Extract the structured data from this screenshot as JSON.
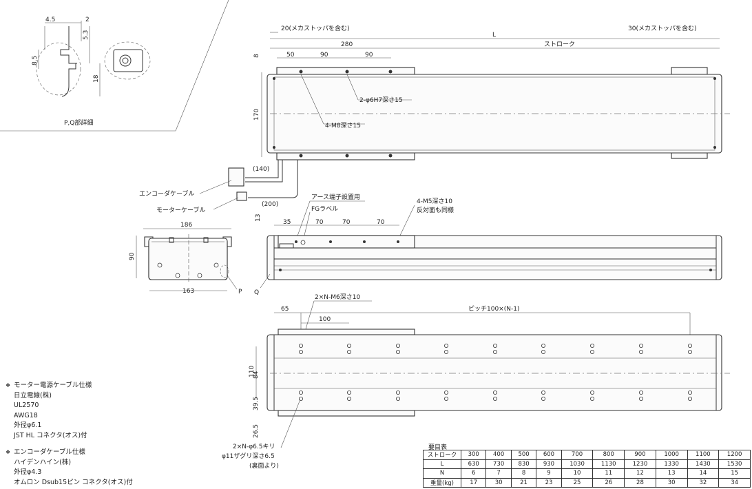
{
  "detail": {
    "title": "P,Q部詳細",
    "dims": {
      "d45": "4.5",
      "d2": "2",
      "d53": "5.3",
      "d85": "8.5",
      "d18": "18"
    }
  },
  "top_view": {
    "stopper_left": "20(メカストッパを含む)",
    "stopper_right": "30(メカストッパを含む)",
    "L": "L",
    "stroke": "ストローク",
    "d280": "280",
    "d50": "50",
    "d90a": "90",
    "d90b": "90",
    "d8": "8",
    "d170": "170",
    "hole_h7": "2-φ6H7深さ15",
    "hole_m8": "4-M8深さ15",
    "cable_140": "(140)",
    "cable_200": "(200)",
    "encoder_cable": "エンコーダケーブル",
    "motor_cable": "モーターケーブル"
  },
  "front_view": {
    "earth": "アース端子設置用",
    "fg": "FGラベル",
    "m5": "4-M5深さ10",
    "m5_note": "反対面も同様",
    "d13": "13",
    "d35": "35",
    "d70a": "70",
    "d70b": "70",
    "d70c": "70",
    "Q": "Q"
  },
  "end_view": {
    "d186": "186",
    "d163": "163",
    "d90": "90",
    "P": "P"
  },
  "bottom_view": {
    "m6": "2×N-M6深さ10",
    "d65": "65",
    "d100": "100",
    "pitch": "ピッチ100×(N-1)",
    "d84": "84",
    "d110": "110",
    "d395": "39.5",
    "d265": "26.5",
    "drill1": "2×N-φ6.5キリ",
    "drill2": "φ11ザグリ深さ6.5",
    "drill3": "(裏面より)"
  },
  "notes": {
    "motor_head": "モーター電源ケーブル仕様",
    "motor_lines": [
      "日立電線(株)",
      "UL2570",
      "AWG18",
      "外径φ6.1",
      "JST HL コネクタ(オス)付"
    ],
    "encoder_head": "エンコーダケーブル仕様",
    "encoder_lines": [
      "ハイデンハイン(株)",
      "外径φ4.3",
      "オムロン Dsub15ピン コネクタ(オス)付"
    ]
  },
  "spec_table": {
    "title": "要目表",
    "rows": [
      {
        "label": "ストローク",
        "values": [
          "300",
          "400",
          "500",
          "600",
          "700",
          "800",
          "900",
          "1000",
          "1100",
          "1200"
        ]
      },
      {
        "label": "L",
        "values": [
          "630",
          "730",
          "830",
          "930",
          "1030",
          "1130",
          "1230",
          "1330",
          "1430",
          "1530"
        ]
      },
      {
        "label": "N",
        "values": [
          "6",
          "7",
          "8",
          "9",
          "10",
          "11",
          "12",
          "13",
          "14",
          "15"
        ]
      },
      {
        "label": "重量(kg)",
        "values": [
          "17",
          "30",
          "21",
          "23",
          "25",
          "26",
          "28",
          "30",
          "32",
          "34"
        ]
      }
    ]
  }
}
